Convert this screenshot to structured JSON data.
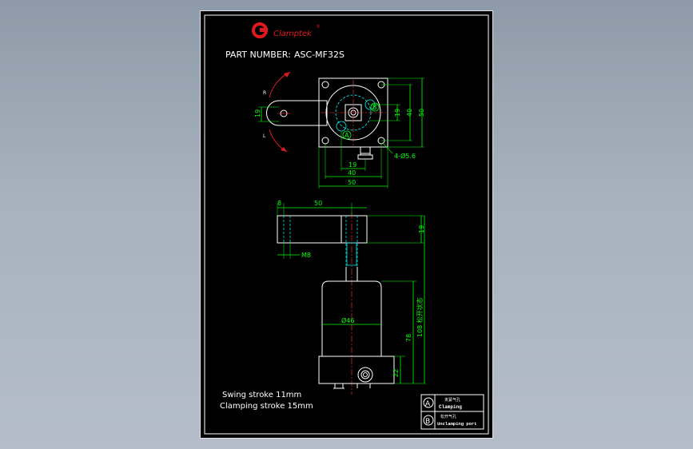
{
  "drawing": {
    "logo": {
      "text": "Clamptek",
      "mark": "®"
    },
    "part_number_label": "PART NUMBER:",
    "part_number": "ASC-MF32S",
    "rotation": {
      "right": "R",
      "left": "L"
    },
    "top_view": {
      "dim_19_left": "19",
      "dim_19_right": "19",
      "dim_40_right": "40",
      "dim_50_right": "50",
      "hole_callout": "4-Ø5.6",
      "dim_19_bottom": "19",
      "dim_40_bottom": "40",
      "dim_50_bottom": "50",
      "port_a": "A",
      "port_b": "B"
    },
    "side_view": {
      "dim_8": "8",
      "dim_50": "50",
      "dim_m8": "M8",
      "dim_19": "19",
      "dim_46": "Ø46",
      "dim_108": "108 松开状态",
      "dim_78": "78",
      "dim_22": "22"
    },
    "notes": {
      "swing_stroke": "Swing stroke 11mm",
      "clamping_stroke": "Clamping stroke 15mm"
    },
    "legend": {
      "a_symbol": "A",
      "a_title": "夹紧气孔",
      "a_text": "Clamping",
      "b_symbol": "B",
      "b_title": "松开气孔",
      "b_text": "Unclamping port"
    },
    "colors": {
      "sheet_background": "#000000",
      "outline": "#ffffff",
      "dimension": "#00ff00",
      "hidden_line": "#00ffff",
      "logo": "#e0191f",
      "centerline": "#ff3b3b"
    }
  }
}
